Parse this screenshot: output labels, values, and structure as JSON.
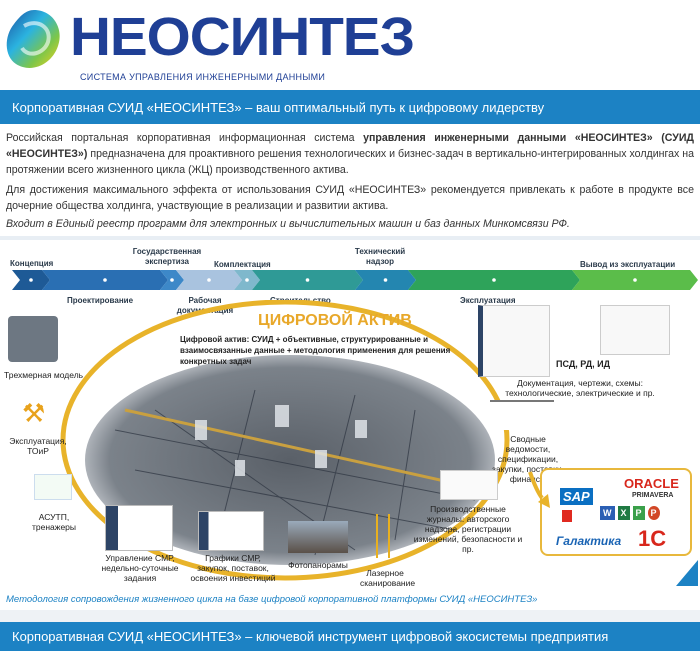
{
  "logo": {
    "name": "НЕОСИНТЕЗ",
    "tagline": "СИСТЕМА УПРАВЛЕНИЯ ИНЖЕНЕРНЫМИ ДАННЫМИ"
  },
  "header_bar": "Корпоративная СУИД «НЕОСИНТЕЗ» – ваш оптимальный путь к цифровому лидерству",
  "intro": {
    "p1_start": "Российская портальная корпоративная информационная система ",
    "p1_bold": "управления инженерными данными «НЕОСИНТЕЗ» (СУИД «НЕОСИНТЕЗ»)",
    "p1_end": " предназначена для проактивного решения технологических и бизнес-задач в вертикально-интегрированных холдингах на протяжении всего жизненного цикла (ЖЦ) производственного актива.",
    "p2": "Для достижения максимального эффекта от использования СУИД «НЕОСИНТЕЗ» рекомендуется привлекать к работе в продукте все дочерние общества холдинга, участвующие в реализации и развитии актива.",
    "p3": "Входит в Единый реестр программ для электронных и вычислительных машин и баз данных Минкомсвязи РФ."
  },
  "timeline": {
    "stages": [
      "Концепция",
      "Проектирование",
      "Государственная экспертиза",
      "Рабочая документация",
      "Комплектация",
      "Строительство",
      "Технический надзор",
      "Эксплуатация",
      "Вывод из эксплуатации"
    ],
    "colors": [
      "#1e5a96",
      "#2a6fb3",
      "#3d88c8",
      "#a9c3df",
      "#7fb8cc",
      "#2f9a96",
      "#2486b0",
      "#2ea35a",
      "#5bbd4a"
    ]
  },
  "asset": {
    "title": "ЦИФРОВОЙ АКТИВ",
    "description": "Цифровой актив:  СУИД + объективные, структурированные и взаимосвязанные данные + методология применения для решения конкретных задач"
  },
  "items": {
    "model3d": "Трехмерная модель",
    "operation": "Эксплуатация, ТОиР",
    "asutp": "АСУТП, тренажеры",
    "smr": "Управление СМР, недельно-суточные задания",
    "schedules": "Графики СМР, закупок, поставок, освоения инвестиций",
    "photo": "Фотопанорамы",
    "laser": "Лазерное сканирование",
    "journals": "Производственные журналы: авторского надзора, регистрации изменений, безопасности и пр.",
    "statements": "Сводные ведомости, спецификации, закупки, поставки, финансы",
    "docs_title": "ПСД, РД, ИД",
    "docs": "Документация, чертежи, схемы: технологические, электрические и пр."
  },
  "software": {
    "sap": "SAP",
    "oracle": "ORACLE",
    "primavera": "PRIMAVERA",
    "galaktika": "Галактика",
    "onec": "1С",
    "office": [
      "W",
      "X",
      "P",
      "P"
    ]
  },
  "caption": "Методология сопровождения жизненного цикла на базе цифровой корпоративной платформы СУИД «НЕОСИНТЕЗ»",
  "footer_bar": "Корпоративная СУИД «НЕОСИНТЕЗ» – ключевой инструмент цифровой экосистемы предприятия"
}
